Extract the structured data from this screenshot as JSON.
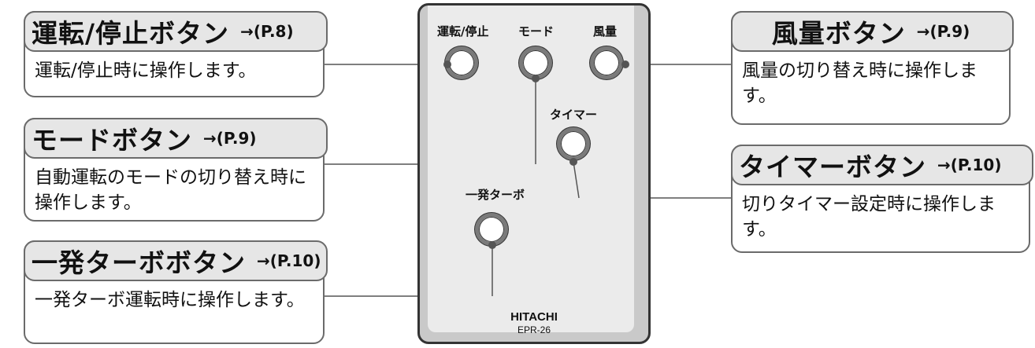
{
  "callouts": {
    "power": {
      "name": "運転/停止ボタン",
      "ref": "→(P.8)",
      "desc": "運転/停止時に操作します。"
    },
    "mode": {
      "name": "モードボタン",
      "ref": "→(P.9)",
      "desc": "自動運転のモードの切り替え時に操作します。"
    },
    "turbo": {
      "name": "一発ターボボタン",
      "ref": "→(P.10)",
      "desc": "一発ターボ運転時に操作します。"
    },
    "fan": {
      "name": "風量ボタン",
      "ref": "→(P.9)",
      "desc": "風量の切り替え時に操作します。"
    },
    "timer": {
      "name": "タイマーボタン",
      "ref": "→(P.10)",
      "desc": "切りタイマー設定時に操作します。"
    }
  },
  "remote": {
    "labels": {
      "power": "運転/停止",
      "mode": "モード",
      "fan": "風量",
      "timer": "タイマー",
      "turbo": "一発ターボ"
    },
    "brand": "HITACHI",
    "model": "EPR-26"
  }
}
